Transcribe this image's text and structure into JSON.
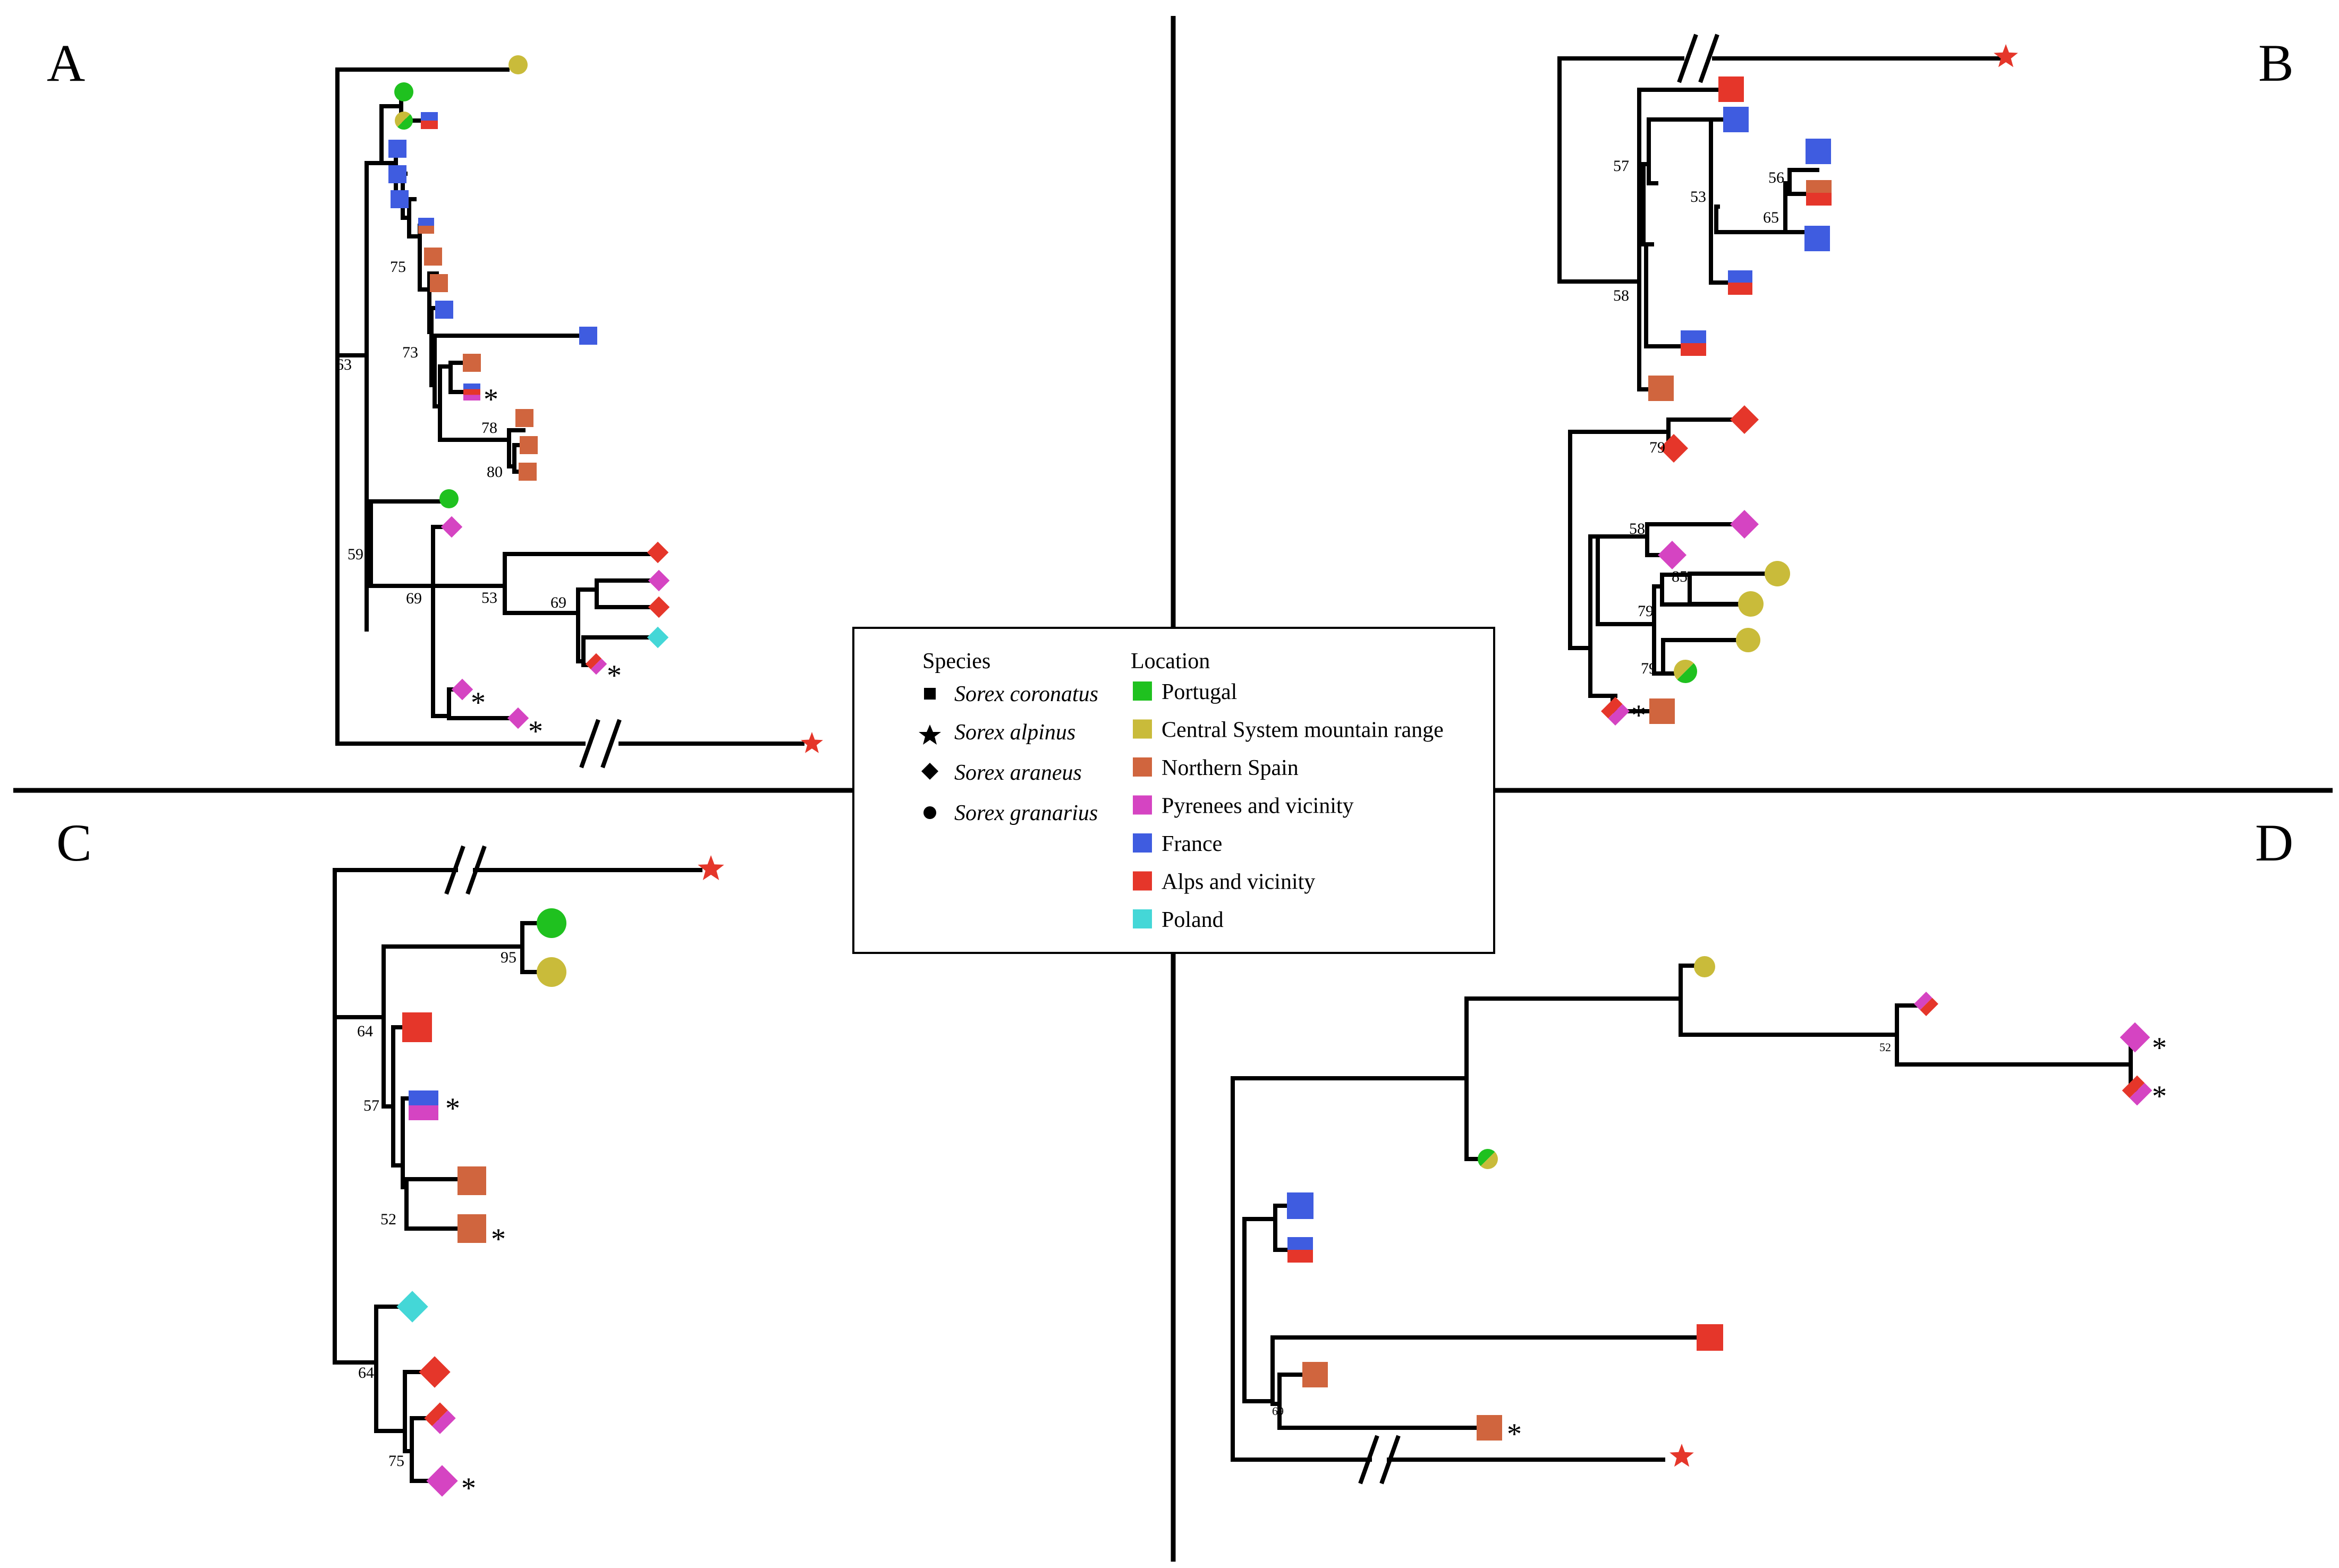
{
  "colors": {
    "portugal": "#1fc11f",
    "central": "#c9bb3a",
    "nspain": "#d0653e",
    "pyrenees": "#d544c2",
    "france": "#3f5ce0",
    "alps": "#e5362a",
    "poland": "#44d7d7",
    "line": "#000000"
  },
  "panels": {
    "a": "A",
    "b": "B",
    "c": "C",
    "d": "D"
  },
  "legend": {
    "species_title": "Species",
    "location_title": "Location",
    "species": [
      {
        "shape": "square",
        "name": "Sorex coronatus"
      },
      {
        "shape": "star",
        "name": "Sorex alpinus"
      },
      {
        "shape": "diamond",
        "name": "Sorex araneus"
      },
      {
        "shape": "circle",
        "name": "Sorex granarius"
      }
    ],
    "locations": [
      {
        "color": "#1fc11f",
        "name": "Portugal"
      },
      {
        "color": "#c9bb3a",
        "name": "Central System mountain range"
      },
      {
        "color": "#d0653e",
        "name": "Northern Spain"
      },
      {
        "color": "#d544c2",
        "name": "Pyrenees and vicinity"
      },
      {
        "color": "#3f5ce0",
        "name": "France"
      },
      {
        "color": "#e5362a",
        "name": "Alps and vicinity"
      },
      {
        "color": "#44d7d7",
        "name": "Poland"
      }
    ]
  },
  "support": {
    "a": [
      "63",
      "75",
      "73",
      "78",
      "80",
      "59",
      "69",
      "53",
      "69"
    ],
    "b": [
      "57",
      "53",
      "56",
      "65",
      "58",
      "79",
      "58",
      "85",
      "79",
      "79"
    ],
    "c": [
      "95",
      "64",
      "57",
      "52",
      "64",
      "75"
    ],
    "d": [
      "52",
      "69"
    ]
  },
  "asterisk": "*"
}
